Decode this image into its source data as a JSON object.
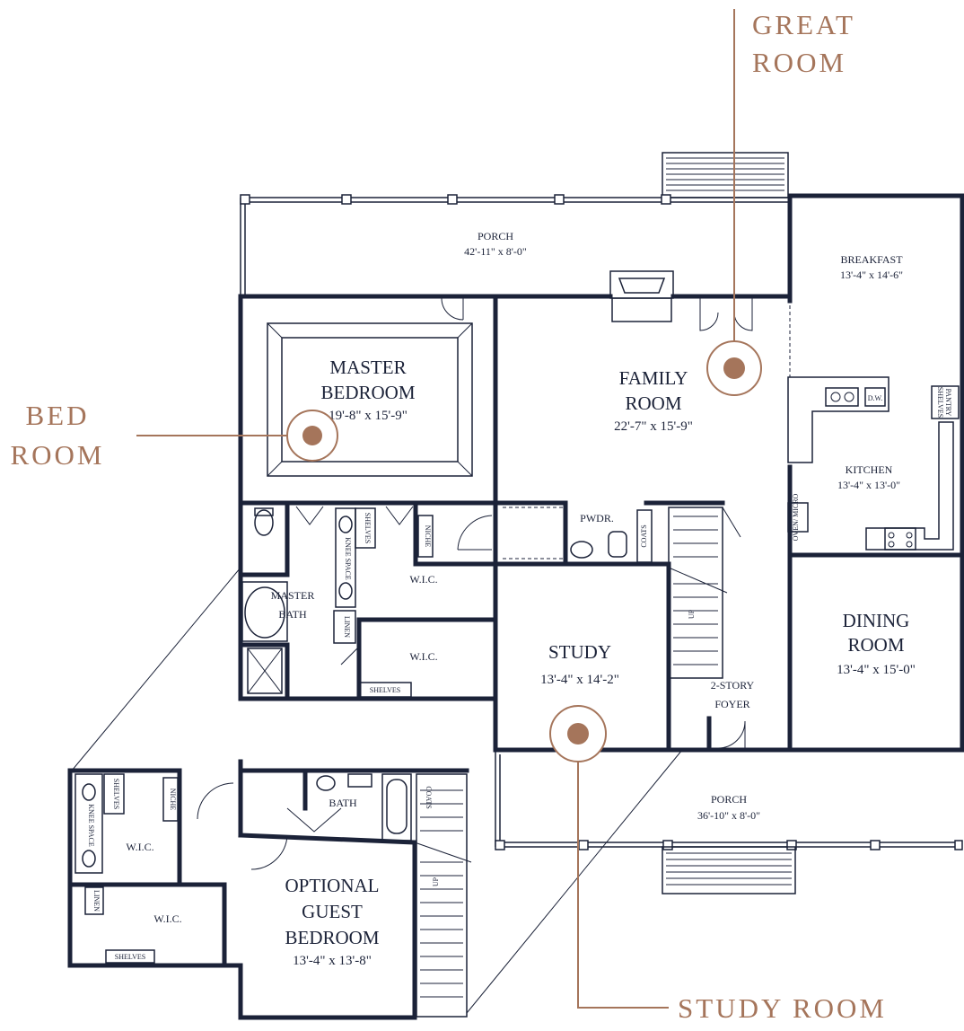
{
  "callouts": {
    "great_room": {
      "line1": "GREAT",
      "line2": "ROOM"
    },
    "bed_room": {
      "line1": "BED",
      "line2": "ROOM"
    },
    "study_room": {
      "line1": "STUDY ROOM"
    }
  },
  "rooms": {
    "porch_rear": {
      "name": "PORCH",
      "dims": "42'-11\" x 8'-0\""
    },
    "breakfast": {
      "name": "BREAKFAST",
      "dims": "13'-4\" x 14'-6\""
    },
    "master_bedroom": {
      "line1": "MASTER",
      "line2": "BEDROOM",
      "dims": "19'-8\" x 15'-9\""
    },
    "family_room": {
      "line1": "FAMILY",
      "line2": "ROOM",
      "dims": "22'-7\" x 15'-9\""
    },
    "kitchen": {
      "name": "KITCHEN",
      "dims": "13'-4\" x 13'-0\""
    },
    "pwdr": {
      "name": "PWDR."
    },
    "master_bath": {
      "line1": "MASTER",
      "line2": "BATH"
    },
    "wic_upper": {
      "name": "W.I.C."
    },
    "wic_lower": {
      "name": "W.I.C."
    },
    "study": {
      "name": "STUDY",
      "dims": "13'-4\" x 14'-2\""
    },
    "dining_room": {
      "line1": "DINING",
      "line2": "ROOM",
      "dims": "13'-4\" x 15'-0\""
    },
    "foyer": {
      "line1": "2-STORY",
      "line2": "FOYER"
    },
    "porch_front": {
      "name": "PORCH",
      "dims": "36'-10\" x 8'-0\""
    },
    "guest_bath": {
      "name": "BATH"
    },
    "guest_bedroom": {
      "line1": "OPTIONAL",
      "line2": "GUEST",
      "line3": "BEDROOM",
      "dims": "13'-4\" x 13'-8\""
    },
    "inset_wic_upper": {
      "name": "W.I.C."
    },
    "inset_wic_lower": {
      "name": "W.I.C."
    }
  },
  "fixtures": {
    "dw": "D.W.",
    "pantry": "PANTRY",
    "shelves": "SHELVES",
    "oven_micro": "OVEN/ MICRO",
    "coats": "COATS",
    "knee_space": "KNEE SPACE",
    "niche": "NICHE",
    "linen": "LINEN",
    "up": "UP"
  },
  "colors": {
    "accent": "#a5755b",
    "ink": "#1b2238",
    "background": "#ffffff"
  }
}
